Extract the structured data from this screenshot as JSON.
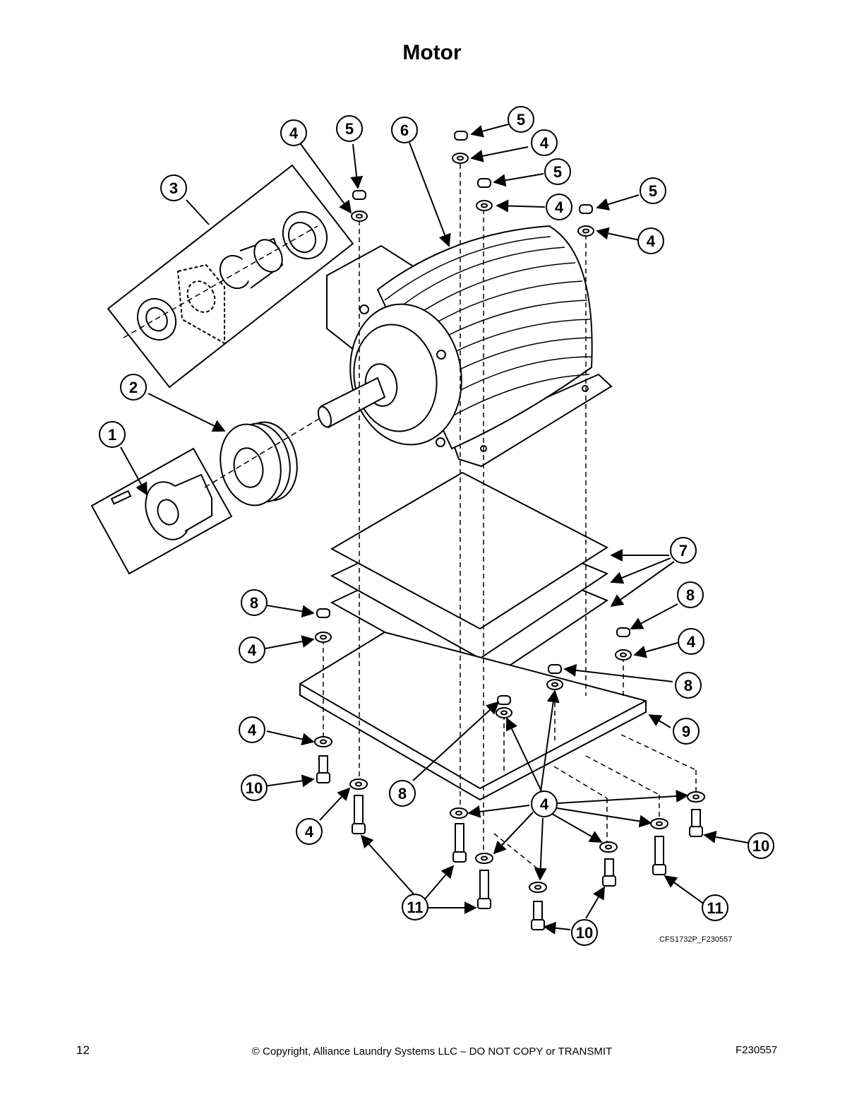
{
  "page": {
    "title": "Motor",
    "figure_id": "CFS1732P_F230557",
    "page_number": "12",
    "copyright": "© Copyright, Alliance Laundry Systems LLC – DO NOT COPY or TRANSMIT",
    "doc_code": "F230557"
  },
  "callouts": [
    {
      "n": "1"
    },
    {
      "n": "2"
    },
    {
      "n": "3"
    },
    {
      "n": "4"
    },
    {
      "n": "5"
    },
    {
      "n": "6"
    },
    {
      "n": "5"
    },
    {
      "n": "4"
    },
    {
      "n": "5"
    },
    {
      "n": "4"
    },
    {
      "n": "5"
    },
    {
      "n": "4"
    },
    {
      "n": "7"
    },
    {
      "n": "8"
    },
    {
      "n": "8"
    },
    {
      "n": "4"
    },
    {
      "n": "4"
    },
    {
      "n": "8"
    },
    {
      "n": "4"
    },
    {
      "n": "9"
    },
    {
      "n": "10"
    },
    {
      "n": "4"
    },
    {
      "n": "8"
    },
    {
      "n": "4"
    },
    {
      "n": "10"
    },
    {
      "n": "11"
    },
    {
      "n": "10"
    },
    {
      "n": "11"
    }
  ]
}
